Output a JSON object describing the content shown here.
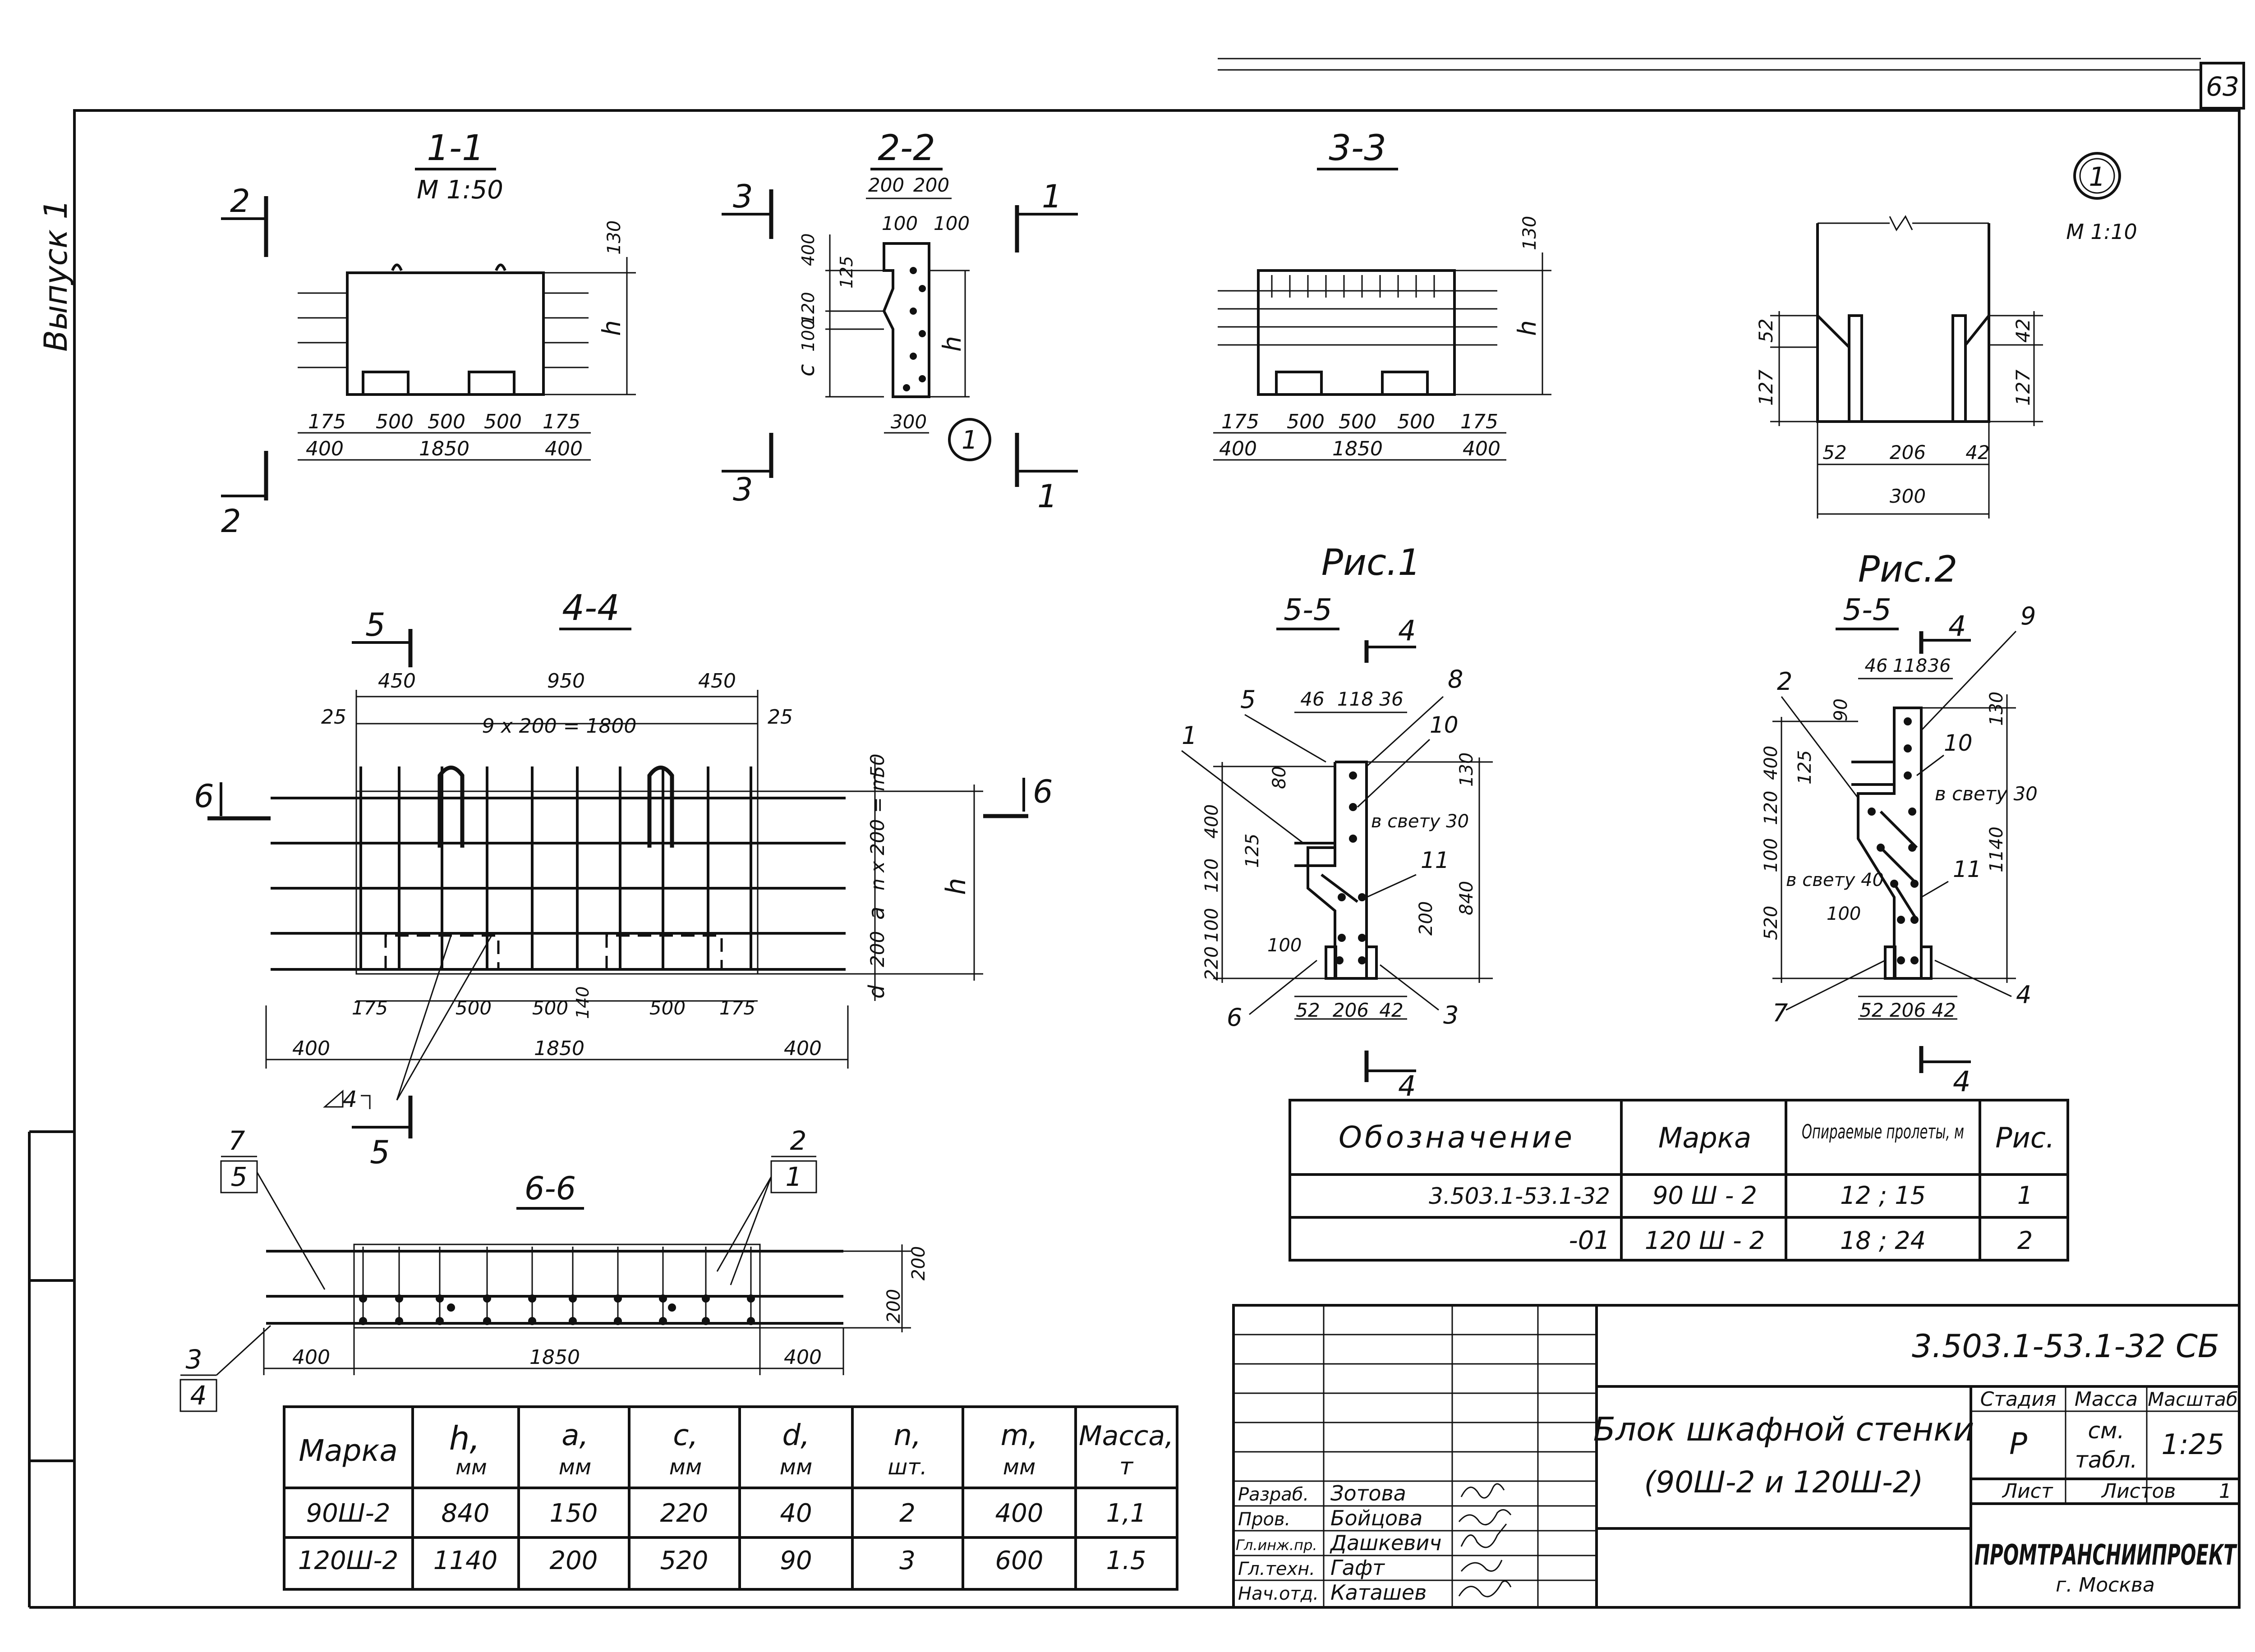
{
  "sheet": {
    "page_number": "63",
    "issue_label": "Выпуск 1",
    "detail_marker": "1",
    "detail_scale": "М 1:10",
    "scale_main": "М 1:50"
  },
  "views": {
    "section_1_1": {
      "title": "1-1",
      "cut_labels": [
        "2",
        "2"
      ],
      "dim_top": "130",
      "dim_h": "h",
      "dims_row1": [
        "175",
        "500",
        "500",
        "500",
        "175"
      ],
      "dims_row2": [
        "400",
        "1850",
        "400"
      ]
    },
    "section_2_2": {
      "title": "2-2",
      "cut_labels": [
        "3",
        "3",
        "1",
        "1"
      ],
      "dims_top": [
        "200",
        "200"
      ],
      "dims_top2": [
        "100",
        "100"
      ],
      "dims_left": [
        "400",
        "125",
        "120",
        "100",
        "c"
      ],
      "dim_h": "h",
      "dim_bottom": "300",
      "detail_ref": "1"
    },
    "section_3_3": {
      "title": "3-3",
      "dim_top": "130",
      "dim_h": "h",
      "dims_row1": [
        "175",
        "500",
        "500",
        "500",
        "175"
      ],
      "dims_row2": [
        "400",
        "1850",
        "400"
      ]
    },
    "detail_1": {
      "dims_left": [
        "52",
        "127"
      ],
      "dims_right": [
        "42",
        "127"
      ],
      "dims_bottom": [
        "52",
        "206",
        "42"
      ],
      "dim_total": "300"
    },
    "section_4_4": {
      "title": "4-4",
      "cut_labels": [
        "5",
        "5",
        "6",
        "6"
      ],
      "dims_top": [
        "450",
        "950",
        "450"
      ],
      "dims_top2": [
        "25",
        "9 x 200 = 1800",
        "25"
      ],
      "dims_right": [
        "50",
        "n x 200 = m",
        "a",
        "200",
        "d"
      ],
      "dim_h": "h",
      "dims_bottom1": [
        "175",
        "500",
        "500",
        "140",
        "500",
        "175"
      ],
      "dims_bottom2": [
        "400",
        "1850",
        "400"
      ],
      "weld_mark": "4"
    },
    "section_6_6": {
      "title": "6-6",
      "callouts": [
        "7",
        "5",
        "2",
        "1",
        "3",
        "4"
      ],
      "dims_right": [
        "200",
        "200"
      ],
      "dims_bottom": [
        "400",
        "1850",
        "400"
      ]
    },
    "fig1": {
      "caption": "Рис.1",
      "title": "5-5",
      "cut_labels": [
        "4",
        "4"
      ],
      "dims_top": [
        "46",
        "118",
        "36"
      ],
      "dims_left": [
        "400",
        "125",
        "120",
        "100",
        "220"
      ],
      "dims_right": [
        "130",
        "840",
        "200"
      ],
      "note_clear": "в свету 30",
      "dim_inner1": "80",
      "dim_inner2": "100",
      "dims_bottom": [
        "52",
        "206",
        "42"
      ],
      "callouts": [
        "5",
        "1",
        "8",
        "10",
        "11",
        "6",
        "3"
      ]
    },
    "fig2": {
      "caption": "Рис.2",
      "title": "5-5",
      "cut_labels": [
        "4",
        "4"
      ],
      "dims_top": [
        "46",
        "118",
        "36"
      ],
      "dims_left": [
        "400",
        "125",
        "120",
        "100",
        "520"
      ],
      "dims_right": [
        "130",
        "1140"
      ],
      "note_clear1": "в свету 30",
      "note_clear2": "в свету 40",
      "dim_inner1": "90",
      "dim_inner2": "100",
      "dims_bottom": [
        "52",
        "206",
        "42"
      ],
      "callouts": [
        "2",
        "9",
        "10",
        "11",
        "7",
        "4"
      ]
    }
  },
  "designation_table": {
    "headers": [
      "Обозначение",
      "Марка",
      "Опираемые пролеты, м",
      "Рис."
    ],
    "rows": [
      [
        "3.503.1-53.1-32",
        "90 Ш - 2",
        "12  ;  15",
        "1"
      ],
      [
        "-01",
        "120 Ш - 2",
        "18  ;  24",
        "2"
      ]
    ]
  },
  "parameters_table": {
    "headers": [
      {
        "name": "Марка",
        "unit": ""
      },
      {
        "name": "h,",
        "unit": "мм"
      },
      {
        "name": "a,",
        "unit": "мм"
      },
      {
        "name": "c,",
        "unit": "мм"
      },
      {
        "name": "d,",
        "unit": "мм"
      },
      {
        "name": "n,",
        "unit": "шт."
      },
      {
        "name": "m,",
        "unit": "мм"
      },
      {
        "name": "Масса,",
        "unit": "т"
      }
    ],
    "rows": [
      [
        "90Ш-2",
        "840",
        "150",
        "220",
        "40",
        "2",
        "400",
        "1,1"
      ],
      [
        "120Ш-2",
        "1140",
        "200",
        "520",
        "90",
        "3",
        "600",
        "1.5"
      ]
    ]
  },
  "title_block": {
    "doc_code": "3.503.1-53.1-32 СБ",
    "title_line1": "Блок шкафной стенки",
    "title_line2": "(90Ш-2  и  120Ш-2)",
    "stage_label": "Стадия",
    "mass_label": "Масса",
    "scale_label": "Масштаб",
    "stage_value": "Р",
    "mass_value1": "см.",
    "mass_value2": "табл.",
    "scale_value": "1:25",
    "sheet_label": "Лист",
    "sheets_label": "Листов",
    "sheets_value": "1",
    "org_name": "ПРОМТРАНСНИИПРОЕКТ",
    "org_city": "г. Москва",
    "signatures": [
      {
        "role": "Разраб.",
        "name": "Зотова"
      },
      {
        "role": "Пров.",
        "name": "Бойцова"
      },
      {
        "role": "Гл.инж.пр.",
        "name": "Дашкевич"
      },
      {
        "role": "Гл.техн.",
        "name": "Гафт"
      },
      {
        "role": "Нач.отд.",
        "name": "Каташев"
      }
    ]
  }
}
